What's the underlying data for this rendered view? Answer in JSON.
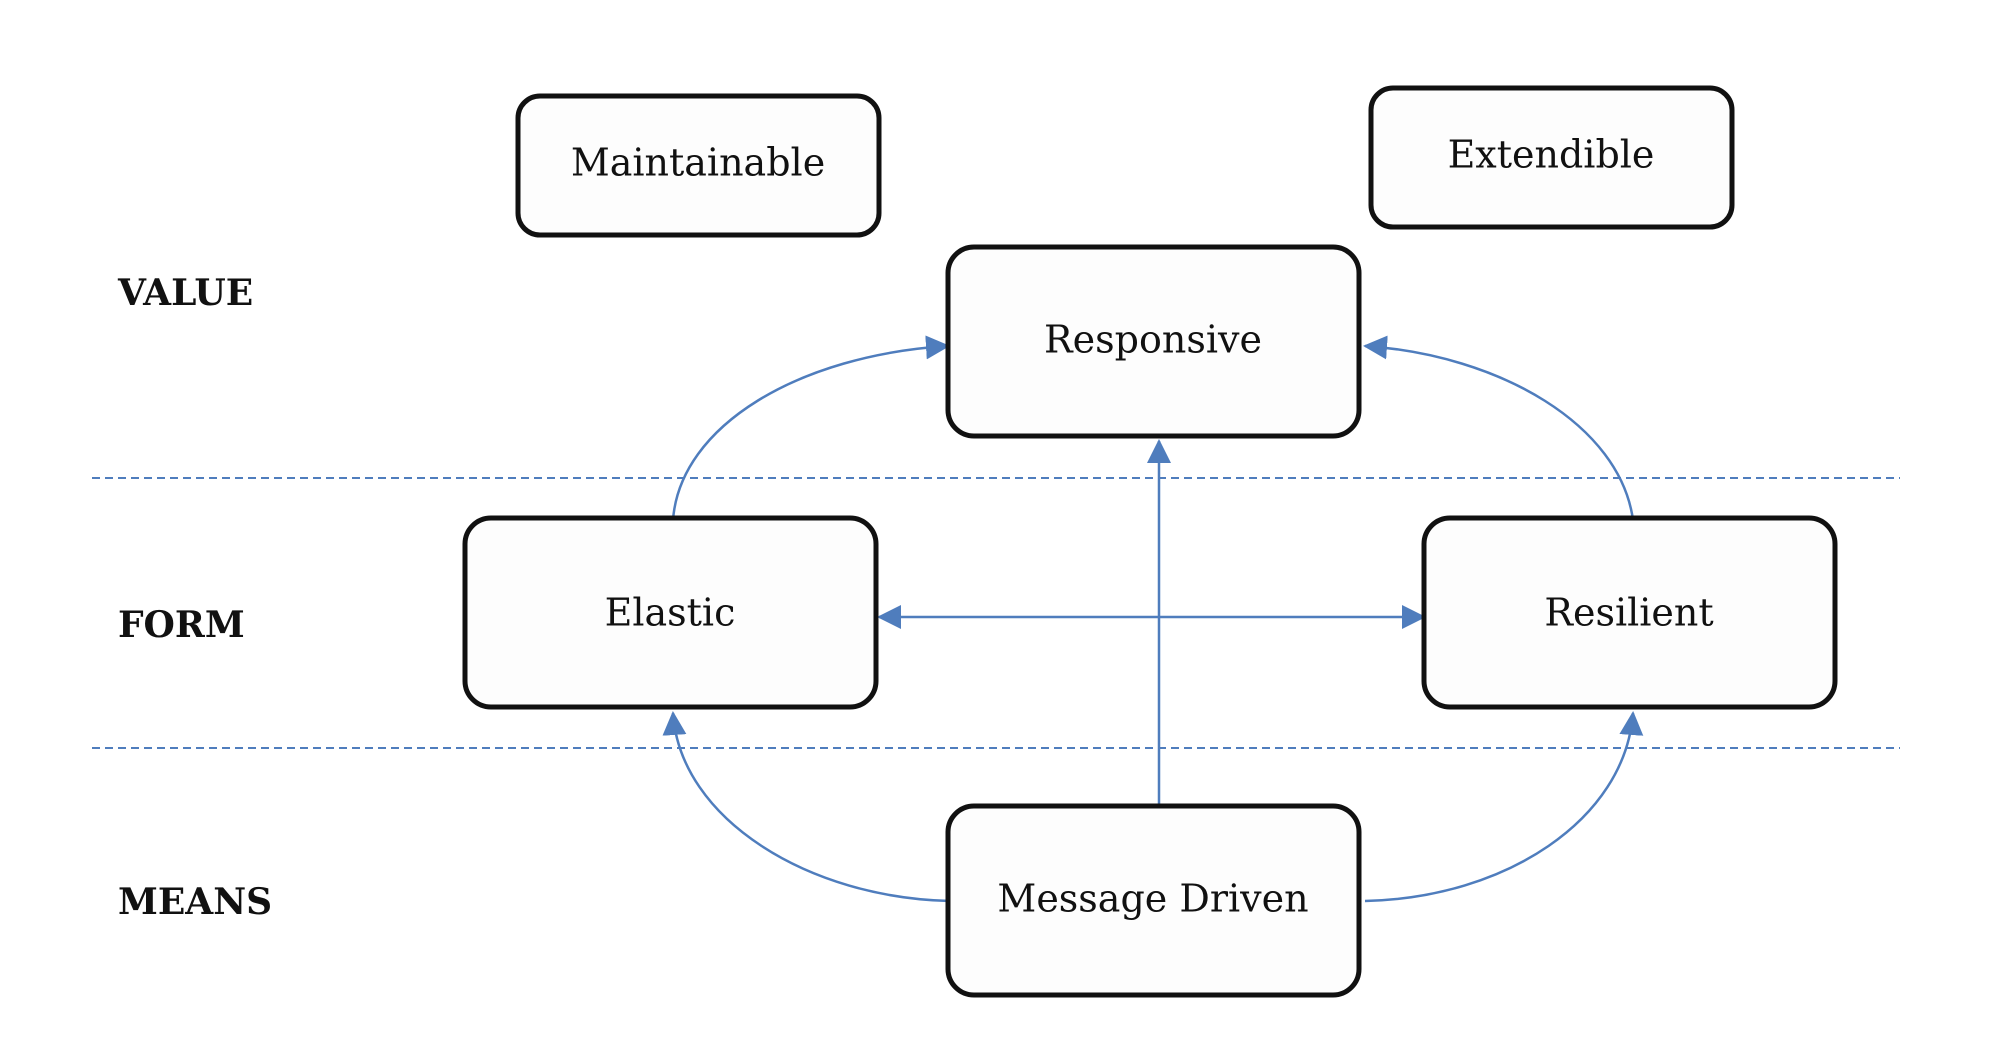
{
  "rows": {
    "value": "VALUE",
    "form": "FORM",
    "means": "MEANS"
  },
  "nodes": {
    "maintainable": "Maintainable",
    "extendible": "Extendible",
    "responsive": "Responsive",
    "elastic": "Elastic",
    "resilient": "Resilient",
    "message_driven": "Message Driven"
  },
  "colors": {
    "arrow": "#4f7dbd",
    "divider": "#4f7dbd",
    "box_border": "#111111",
    "box_fill": "#fdfdfd"
  }
}
